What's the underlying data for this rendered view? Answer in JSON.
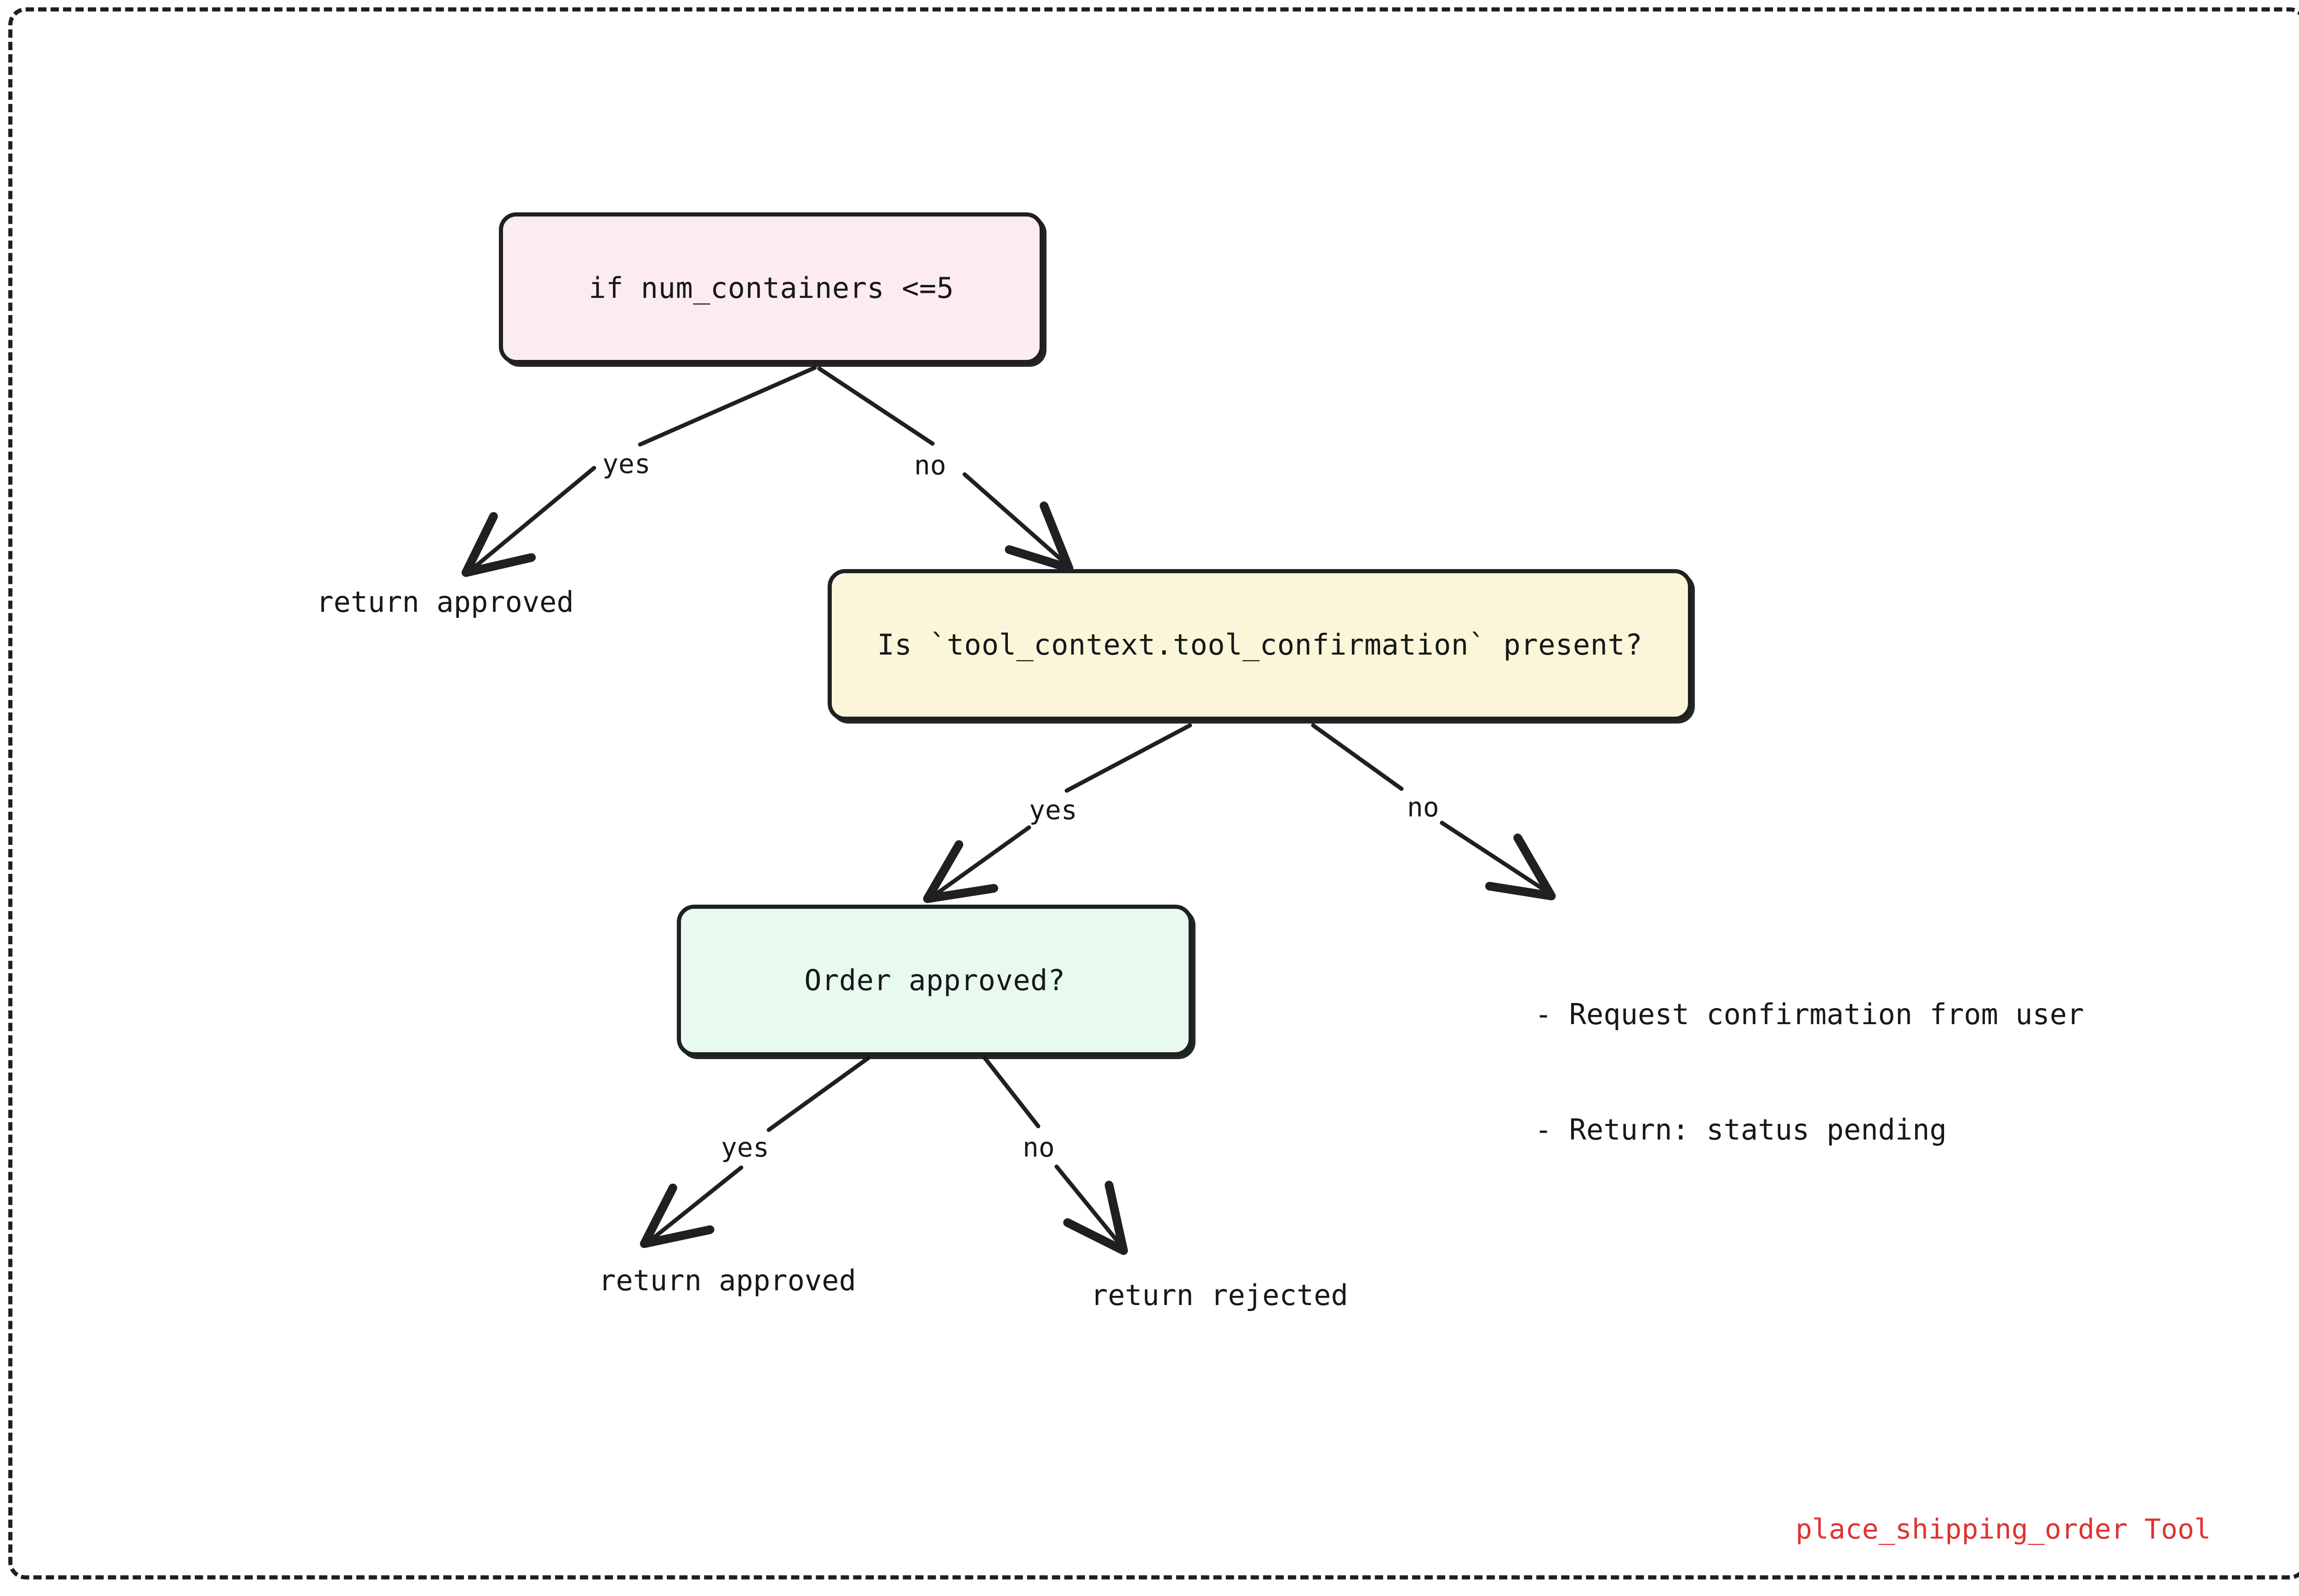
{
  "diagram": {
    "title_watermark": "place_shipping_order Tool",
    "watermark_color": "#e03232",
    "frame": {
      "style": "dashed-rounded",
      "border_color": "#1f2022"
    },
    "nodes": [
      {
        "id": "decision-containers",
        "label": "if num_containers <=5",
        "shape": "rounded-rect",
        "fill": "#fcebf1",
        "stroke": "#1f2022"
      },
      {
        "id": "decision-confirmation",
        "label": "Is `tool_context.tool_confirmation` present?",
        "shape": "rounded-rect",
        "fill": "#fbf6d9",
        "stroke": "#1f2022"
      },
      {
        "id": "decision-order-approved",
        "label": "Order approved?",
        "shape": "rounded-rect",
        "fill": "#e8f9ee",
        "stroke": "#1f2022"
      }
    ],
    "terminals": [
      {
        "id": "return-approved-top",
        "text": "return approved"
      },
      {
        "id": "return-approved-bottom",
        "text": "return approved"
      },
      {
        "id": "return-rejected",
        "text": "return rejected"
      }
    ],
    "pending_block": {
      "line1": "- Request confirmation from user",
      "line2": "- Return: status pending"
    },
    "edges": [
      {
        "id": "root-yes",
        "from": "decision-containers",
        "to": "return-approved-top",
        "label": "yes"
      },
      {
        "id": "root-no",
        "from": "decision-containers",
        "to": "decision-confirmation",
        "label": "no"
      },
      {
        "id": "conf-yes",
        "from": "decision-confirmation",
        "to": "decision-order-approved",
        "label": "yes"
      },
      {
        "id": "conf-no",
        "from": "decision-confirmation",
        "to": "pending-block",
        "label": "no"
      },
      {
        "id": "order-yes",
        "from": "decision-order-approved",
        "to": "return-approved-bottom",
        "label": "yes"
      },
      {
        "id": "order-no",
        "from": "decision-order-approved",
        "to": "return-rejected",
        "label": "no"
      }
    ]
  }
}
